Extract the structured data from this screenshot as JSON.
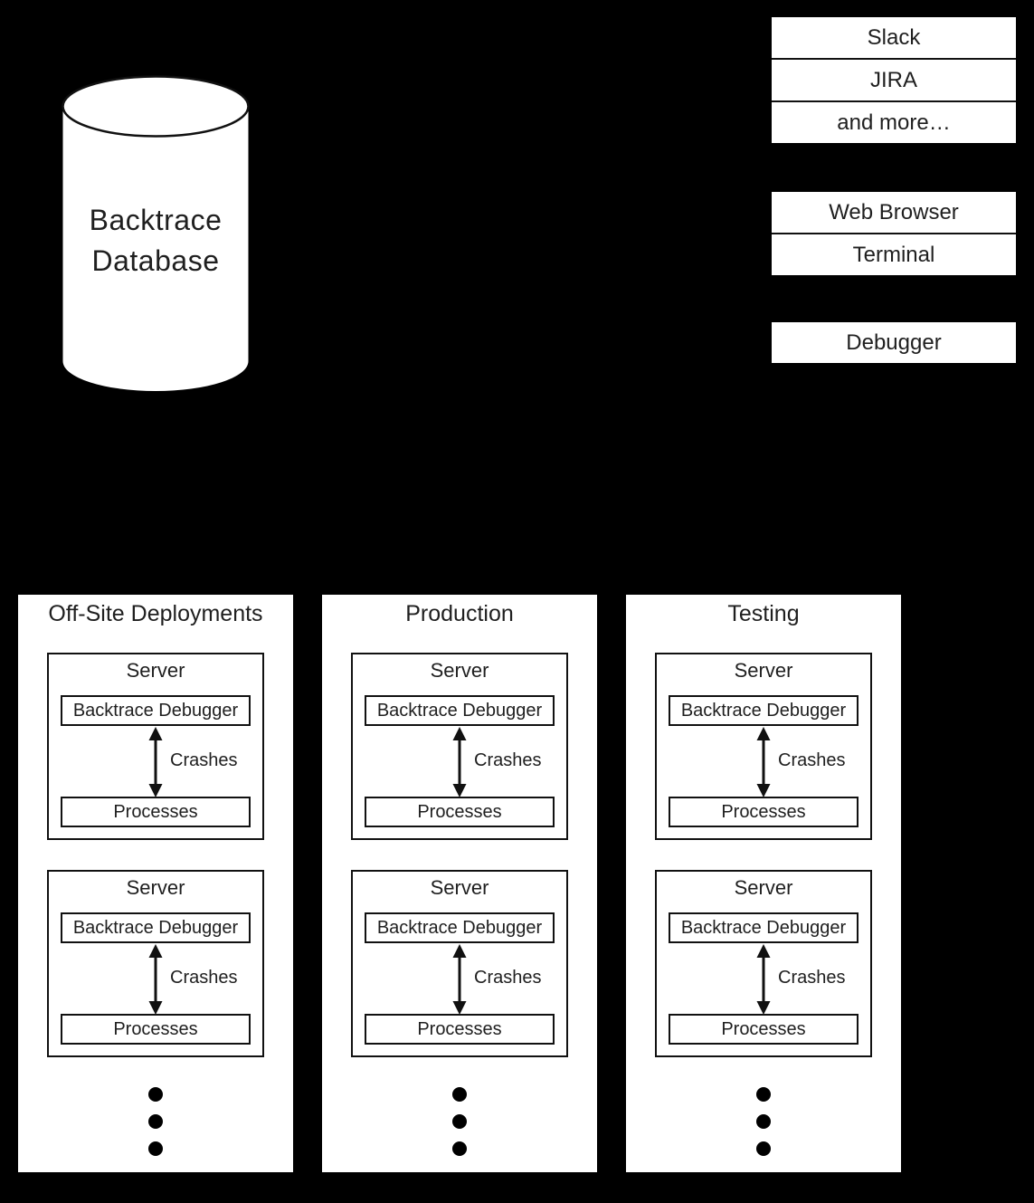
{
  "colors": {
    "background": "#000000",
    "shape_fill": "#ffffff",
    "line": "#111111",
    "text": "#1f1f1f"
  },
  "database": {
    "line1": "Backtrace",
    "line2": "Database"
  },
  "integration_stacks": {
    "group1": {
      "items": [
        "Slack",
        "JIRA",
        "and more…"
      ]
    },
    "group2": {
      "items": [
        "Web Browser",
        "Terminal"
      ]
    },
    "group3": {
      "items": [
        "Debugger"
      ]
    }
  },
  "environments": [
    {
      "title": "Off-Site Deployments",
      "servers": [
        {
          "title": "Server",
          "debugger": "Backtrace Debugger",
          "arrow_label": "Crashes",
          "processes": "Processes"
        },
        {
          "title": "Server",
          "debugger": "Backtrace Debugger",
          "arrow_label": "Crashes",
          "processes": "Processes"
        }
      ]
    },
    {
      "title": "Production",
      "servers": [
        {
          "title": "Server",
          "debugger": "Backtrace Debugger",
          "arrow_label": "Crashes",
          "processes": "Processes"
        },
        {
          "title": "Server",
          "debugger": "Backtrace Debugger",
          "arrow_label": "Crashes",
          "processes": "Processes"
        }
      ]
    },
    {
      "title": "Testing",
      "servers": [
        {
          "title": "Server",
          "debugger": "Backtrace Debugger",
          "arrow_label": "Crashes",
          "processes": "Processes"
        },
        {
          "title": "Server",
          "debugger": "Backtrace Debugger",
          "arrow_label": "Crashes",
          "processes": "Processes"
        }
      ]
    }
  ]
}
